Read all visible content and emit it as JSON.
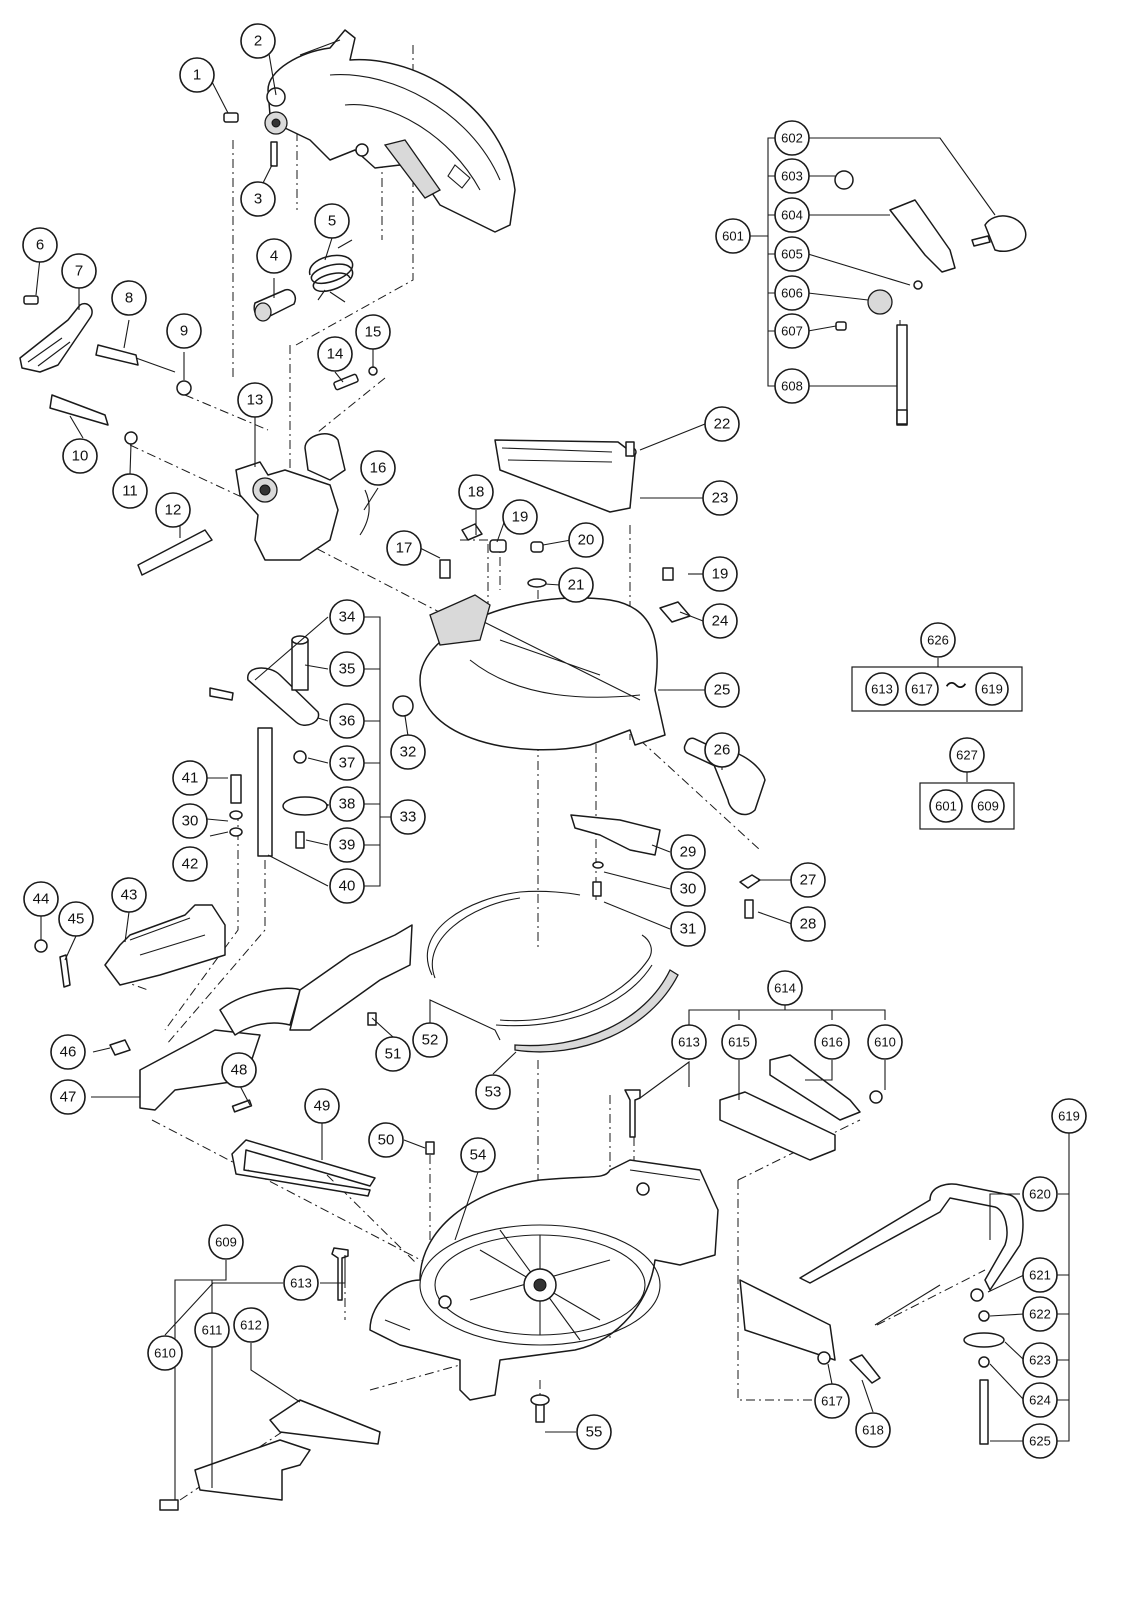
{
  "callouts": {
    "c1": "1",
    "c2": "2",
    "c3": "3",
    "c4": "4",
    "c5": "5",
    "c6": "6",
    "c7": "7",
    "c8": "8",
    "c9": "9",
    "c10": "10",
    "c11": "11",
    "c12": "12",
    "c13": "13",
    "c14": "14",
    "c15": "15",
    "c16": "16",
    "c17": "17",
    "c18": "18",
    "c19a": "19",
    "c19b": "19",
    "c20": "20",
    "c21": "21",
    "c22": "22",
    "c23": "23",
    "c24": "24",
    "c25": "25",
    "c26": "26",
    "c27": "27",
    "c28": "28",
    "c29": "29",
    "c30a": "30",
    "c30b": "30",
    "c31": "31",
    "c32": "32",
    "c33": "33",
    "c34": "34",
    "c35": "35",
    "c36": "36",
    "c37": "37",
    "c38": "38",
    "c39": "39",
    "c40": "40",
    "c41": "41",
    "c42": "42",
    "c43": "43",
    "c44": "44",
    "c45": "45",
    "c46": "46",
    "c47": "47",
    "c48": "48",
    "c49": "49",
    "c50": "50",
    "c51": "51",
    "c52": "52",
    "c53": "53",
    "c54": "54",
    "c55": "55",
    "c601": "601",
    "c602": "602",
    "c603": "603",
    "c604": "604",
    "c605": "605",
    "c606": "606",
    "c607": "607",
    "c608": "608",
    "c609": "609",
    "c610a": "610",
    "c610b": "610",
    "c611": "611",
    "c612": "612",
    "c613a": "613",
    "c613b": "613",
    "c614": "614",
    "c615": "615",
    "c616": "616",
    "c617": "617",
    "c618": "618",
    "c619": "619",
    "c620": "620",
    "c621": "621",
    "c622": "622",
    "c623": "623",
    "c624": "624",
    "c625": "625",
    "c626": "626",
    "c627": "627"
  },
  "set_boxes": {
    "box626": {
      "first": "613",
      "second": "617",
      "separator": "～",
      "third": "619"
    },
    "box627": {
      "first": "601",
      "second": "609"
    }
  }
}
